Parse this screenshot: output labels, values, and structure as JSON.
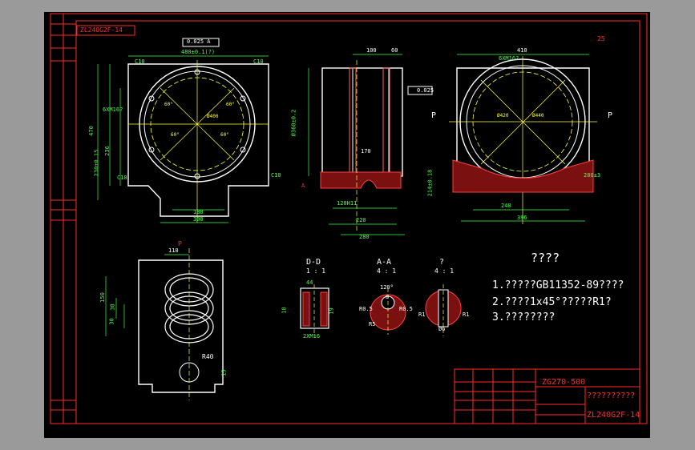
{
  "drawing": {
    "code_box_top_left": "ZL240G2F-14",
    "notes_title": "????",
    "notes": [
      "1.?????GB11352-89????",
      "2.????1x45°?????R1?",
      "3.????????"
    ],
    "title_block": {
      "material_code": "ZG270-500",
      "part_name": "??????????",
      "drawing_number": "ZL240G2F-14"
    },
    "roughness_mark": "25"
  },
  "front_view": {
    "top_dims": [
      "480±0.1(?)"
    ],
    "flatness": "0.025 A",
    "hole_note": "6XM16?",
    "left_dims": [
      "470",
      "230±0.15",
      "236"
    ],
    "chamfers": [
      "C10",
      "C10",
      "C10",
      "C10"
    ],
    "bottom_dims": [
      "180",
      "300"
    ],
    "angle_labels": [
      "60°",
      "60°",
      "60°",
      "60°",
      "Ø400"
    ],
    "datum": "A"
  },
  "side_view": {
    "top_dims": [
      "100",
      "60"
    ],
    "left_dims": [
      "Ø360±0.2"
    ],
    "inner_dim": "170",
    "bottom_dims": [
      "120H11",
      "220",
      "280"
    ],
    "tolerance": "0.025"
  },
  "right_view": {
    "top_dim": "410",
    "hole_note": "6XM16?",
    "section_label": "P",
    "bottom_dims": [
      "240",
      "396"
    ],
    "dia_labels": [
      "Ø420",
      "Ø440"
    ],
    "side_dims": [
      "214±0.18",
      "280±3"
    ]
  },
  "bottom_left_view": {
    "top_dim": "110",
    "label_p": "P",
    "left_dims": [
      "150",
      "38",
      "30"
    ],
    "radius": "R40",
    "small_dim": "15"
  },
  "section_dd": {
    "title": "D-D",
    "scale": "1 : 1",
    "dims": [
      "44",
      "18",
      "19",
      "2XM16"
    ]
  },
  "section_aa": {
    "title": "A-A",
    "scale": "4 : 1",
    "dims": [
      "120°",
      "8",
      "R0.5",
      "R0.5",
      "R5"
    ]
  },
  "section_q": {
    "title": "?",
    "scale": "4 : 1",
    "dims": [
      "R1",
      "R1",
      "Ø6"
    ]
  },
  "colors": {
    "background": "#000000",
    "frame": "#ff2a2a",
    "outline": "#ffffff",
    "center": "#ffff40",
    "dimension": "#40ff40"
  }
}
